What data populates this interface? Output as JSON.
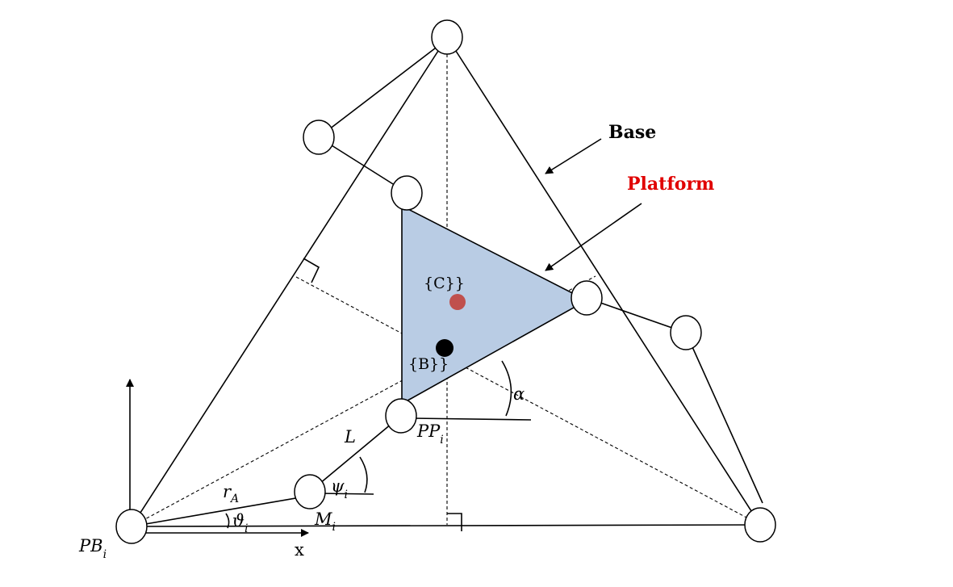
{
  "labels": {
    "base": "Base",
    "platform": "Platform",
    "frame_c": "{C}}",
    "frame_b": "{B}}",
    "alpha": "α",
    "L": "L",
    "pp": "PP",
    "pp_sub": "i",
    "psi": "ψ",
    "psi_sub": "i",
    "ra": "r",
    "ra_sub": "A",
    "theta": "ϑ",
    "theta_sub": "i",
    "m": "M",
    "m_sub": "i",
    "pb": "PB",
    "pb_sub": "i",
    "x_axis": "x"
  },
  "colors": {
    "platform_fill": "#b9cce4",
    "platform_label": "#e00000",
    "center_c": "#c0504d",
    "center_b": "#000000"
  }
}
